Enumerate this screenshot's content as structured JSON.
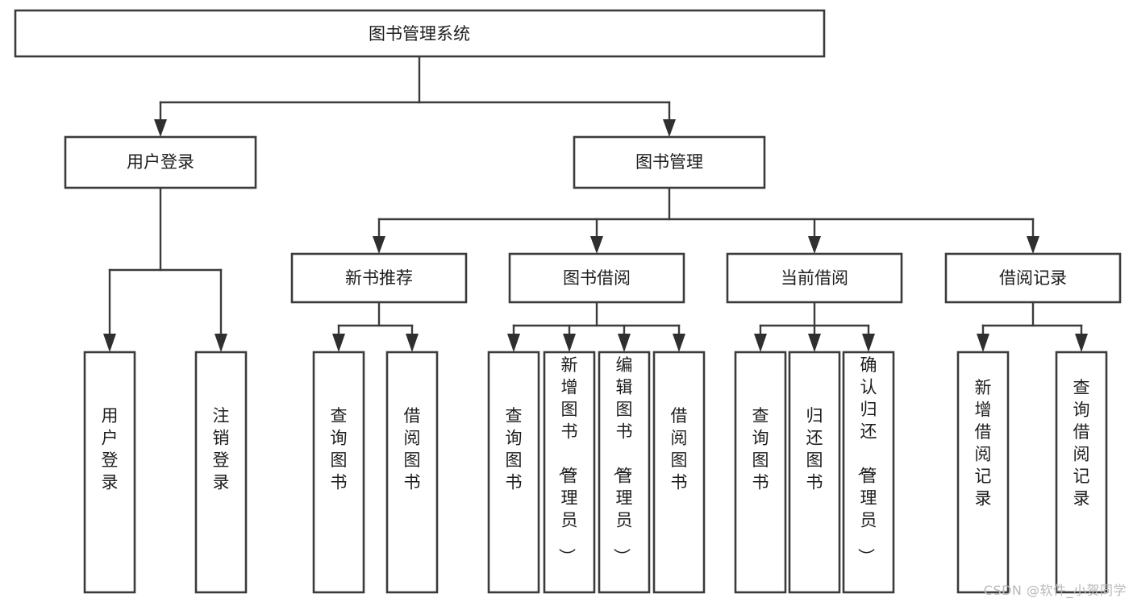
{
  "diagram": {
    "type": "tree",
    "title": "图书管理系统",
    "orientation": "top-down",
    "watermark": "CSDN @软件_小贺同学",
    "style": {
      "box_fill": "#ffffff",
      "box_stroke": "#3b3b3b",
      "line_color": "#3b3b3b",
      "text_color": "#1d1d1d",
      "background": "#ffffff",
      "watermark_color": "#b9b9b9"
    },
    "root": {
      "id": "root",
      "label": "图书管理系统",
      "orientation": "horizontal"
    },
    "level2": [
      {
        "id": "user-login",
        "label": "用户登录",
        "orientation": "horizontal"
      },
      {
        "id": "book-manage",
        "label": "图书管理",
        "orientation": "horizontal"
      }
    ],
    "level3": [
      {
        "id": "new-book-recommend",
        "label": "新书推荐",
        "parent": "book-manage",
        "orientation": "horizontal"
      },
      {
        "id": "book-borrow",
        "label": "图书借阅",
        "parent": "book-manage",
        "orientation": "horizontal"
      },
      {
        "id": "current-borrow",
        "label": "当前借阅",
        "parent": "book-manage",
        "orientation": "horizontal"
      },
      {
        "id": "borrow-record",
        "label": "借阅记录",
        "parent": "book-manage",
        "orientation": "horizontal"
      }
    ],
    "leaves": [
      {
        "id": "leaf-user-login",
        "label": "用户登录",
        "parent": "user-login",
        "orientation": "vertical"
      },
      {
        "id": "leaf-user-logout",
        "label": "注销登录",
        "parent": "user-login",
        "orientation": "vertical"
      },
      {
        "id": "leaf-rec-query-book",
        "label": "查询图书",
        "parent": "new-book-recommend",
        "orientation": "vertical"
      },
      {
        "id": "leaf-rec-borrow-book",
        "label": "借阅图书",
        "parent": "new-book-recommend",
        "orientation": "vertical"
      },
      {
        "id": "leaf-borrow-query-book",
        "label": "查询图书",
        "parent": "book-borrow",
        "orientation": "vertical"
      },
      {
        "id": "leaf-borrow-add-book",
        "label": "新增图书（管理员）",
        "parent": "book-borrow",
        "orientation": "vertical"
      },
      {
        "id": "leaf-borrow-edit-book",
        "label": "编辑图书（管理员）",
        "parent": "book-borrow",
        "orientation": "vertical"
      },
      {
        "id": "leaf-borrow-borrow-book",
        "label": "借阅图书",
        "parent": "book-borrow",
        "orientation": "vertical"
      },
      {
        "id": "leaf-cur-query-book",
        "label": "查询图书",
        "parent": "current-borrow",
        "orientation": "vertical"
      },
      {
        "id": "leaf-cur-return-book",
        "label": "归还图书",
        "parent": "current-borrow",
        "orientation": "vertical"
      },
      {
        "id": "leaf-cur-confirm-return",
        "label": "确认归还（管理员）",
        "parent": "current-borrow",
        "orientation": "vertical"
      },
      {
        "id": "leaf-rec-add-record",
        "label": "新增借阅记录",
        "parent": "borrow-record",
        "orientation": "vertical"
      },
      {
        "id": "leaf-rec-query-record",
        "label": "查询借阅记录",
        "parent": "borrow-record",
        "orientation": "vertical"
      }
    ]
  }
}
